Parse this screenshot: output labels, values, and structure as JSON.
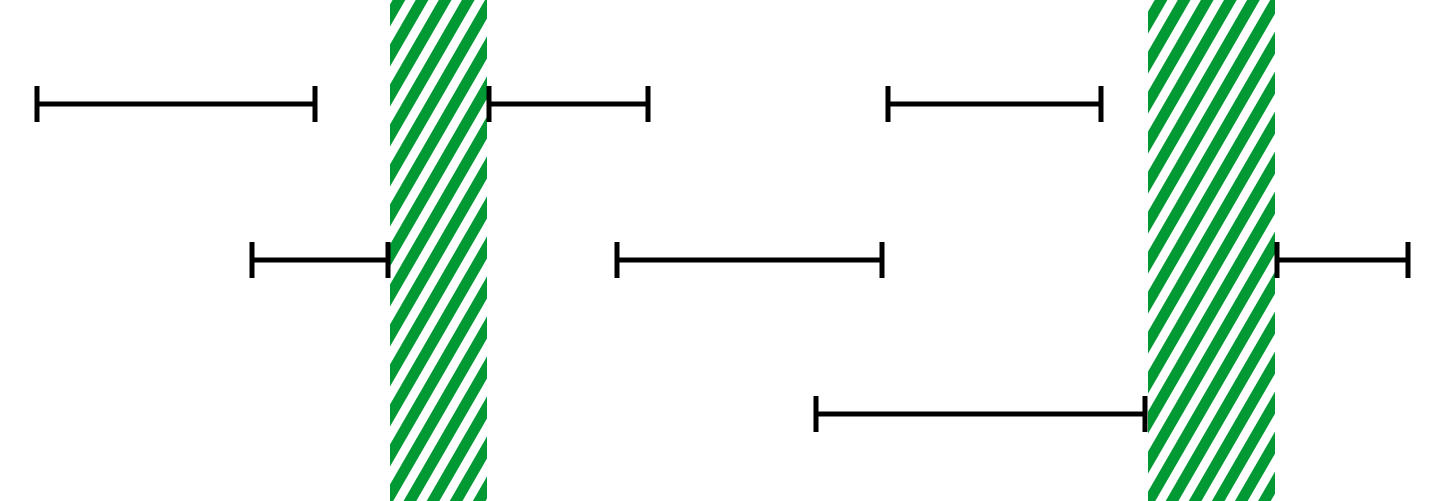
{
  "diagram": {
    "colors": {
      "background": "#ffffff",
      "hatch_stripe": "#009933",
      "hatch_gap": "#ffffff",
      "interval_line": "#000000"
    },
    "hatched_bands": [
      {
        "id": "band-1"
      },
      {
        "id": "band-2"
      }
    ],
    "intervals": [
      {
        "id": "interval-row1-a",
        "row": 1
      },
      {
        "id": "interval-row1-b",
        "row": 1
      },
      {
        "id": "interval-row1-c",
        "row": 1
      },
      {
        "id": "interval-row2-a",
        "row": 2
      },
      {
        "id": "interval-row2-b",
        "row": 2
      },
      {
        "id": "interval-row2-c",
        "row": 2
      },
      {
        "id": "interval-row3-a",
        "row": 3
      }
    ]
  }
}
